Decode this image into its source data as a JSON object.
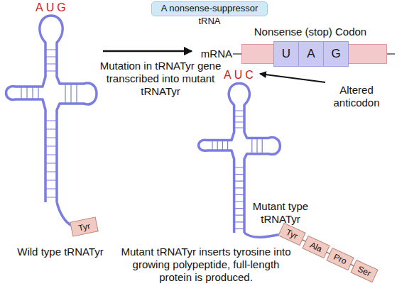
{
  "diagram": {
    "title": "A nonsense-suppressor tRNA",
    "nodes": [
      {
        "text": [
          "mRNA"
        ]
      },
      {
        "text": [
          "U"
        ],
        "in": 0
      },
      {
        "text": [
          "A"
        ],
        "in": 0
      },
      {
        "text": [
          "G"
        ],
        "in": 0
      },
      {
        "text": [
          "Tyr"
        ]
      },
      {
        "text": [
          "Tyr"
        ]
      },
      {
        "text": [
          "Ala"
        ]
      },
      {
        "text": [
          "Pro"
        ]
      },
      {
        "text": [
          "Ser"
        ]
      }
    ],
    "edges": [
      {
        "from": 5,
        "to": 6,
        "arrow": "none"
      },
      {
        "from": 6,
        "to": 7,
        "arrow": "none"
      },
      {
        "from": 7,
        "to": 8,
        "arrow": "none"
      }
    ],
    "labels": [
      "Nonsense (stop) Codon",
      "AUG",
      "Mutation in tRNATyr gene transcribed into mutant tRNATyr",
      "AUC",
      "Altered anticodon",
      "Mutant type tRNATyr",
      "Wild type tRNATyr",
      "Mutant tRNATyr inserts tyrosine into growing polypeptide, full-length protein is produced."
    ]
  }
}
